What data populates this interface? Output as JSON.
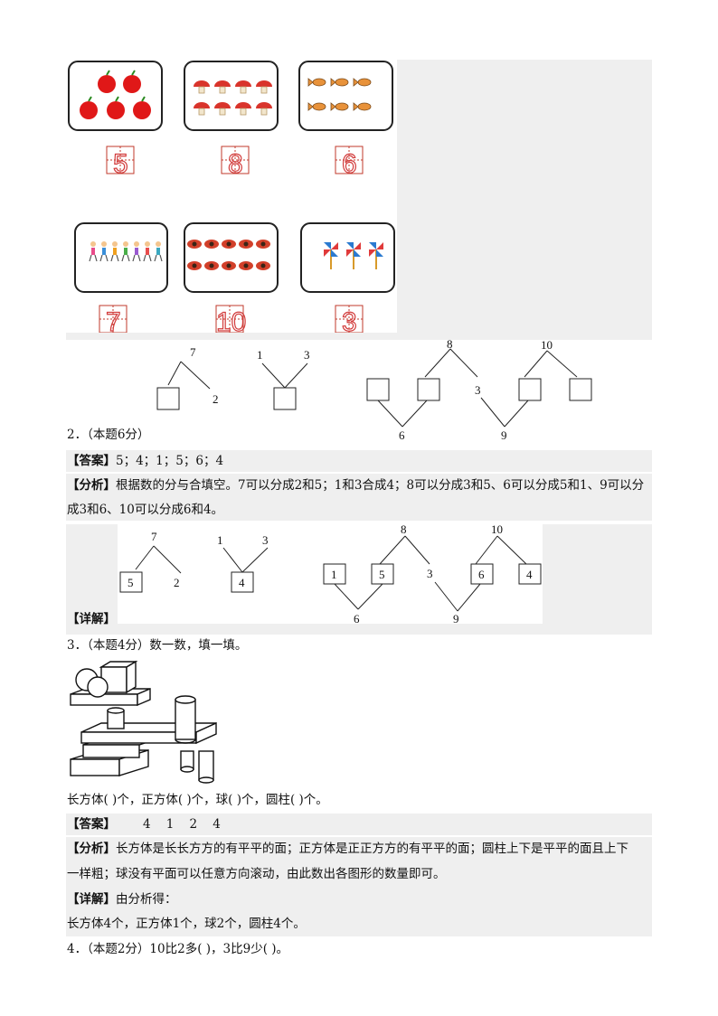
{
  "picture_counts": [
    {
      "item": "apple-icon",
      "digit": "5"
    },
    {
      "item": "mushroom-icon",
      "digit": "8"
    },
    {
      "item": "fish-icon",
      "digit": "6"
    },
    {
      "item": "children-icon",
      "digit": "7"
    },
    {
      "item": "flower-icon",
      "digit": "10"
    },
    {
      "item": "pinwheel-icon",
      "digit": "3"
    }
  ],
  "question_diagram": {
    "tree1": {
      "top": "7",
      "right": "2"
    },
    "tree2": {
      "left": "1",
      "right": "3"
    },
    "tree3": {
      "top_left": "8",
      "mid": "3",
      "top_right": "10",
      "bottom_left": "6",
      "bottom_right": "9"
    }
  },
  "q2": {
    "header": "2．（本题6分）",
    "answer_label": "【答案】",
    "answer": "5；4；1；5；6；4",
    "analysis_label": "【分析】",
    "analysis_line1": "根据数的分与合填空。7可以分成2和5；1和3合成4；8可以分成3和5、6可以分成5和1、9可以分",
    "analysis_line2": "成3和6、10可以分成6和4。",
    "detail_label": "【详解】",
    "diagram": {
      "tree1": {
        "top": "7",
        "left_box": "5",
        "right": "2"
      },
      "tree2": {
        "left": "1",
        "right": "3",
        "box": "4"
      },
      "tree3": {
        "top_left": "8",
        "box1": "1",
        "box2": "5",
        "mid": "3",
        "top_right": "10",
        "box3": "6",
        "box4": "4",
        "bottom_left": "6",
        "bottom_right": "9"
      }
    }
  },
  "q3": {
    "header": "3．（本题4分）数一数，填一填。",
    "fill_text": "长方体(      )个，正方体(     )个，球(     )个，圆柱(     )个。",
    "answer_label": "【答案】",
    "answer": "4    1    2    4",
    "analysis_label": "【分析】",
    "analysis_line1": "长方体是长长方方的有平平的面；正方体是正正方方的有平平的面；圆柱上下是平平的面且上下",
    "analysis_line2": "一样粗；球没有平面可以任意方向滚动，由此数出各图形的数量即可。",
    "detail_label": "【详解】",
    "detail_line1": "由分析得：",
    "detail_line2": "长方体4个，正方体1个，球2个，圆柱4个。"
  },
  "q4": {
    "header": "4．（本题2分）10比2多(      )，3比9少(      )。"
  }
}
